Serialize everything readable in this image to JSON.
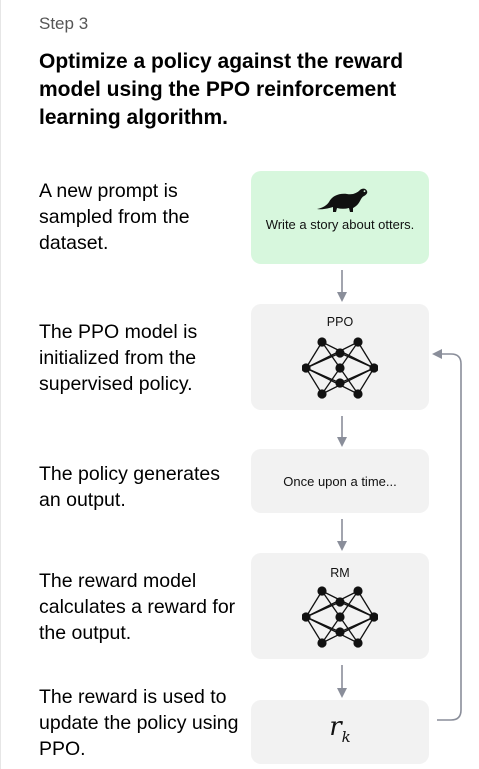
{
  "step_label": "Step 3",
  "heading": "Optimize a policy against the reward model using the PPO reinforcement learning algorithm.",
  "rows": [
    {
      "description": "A new prompt is sampled from the dataset.",
      "box_text": "Write a story about otters."
    },
    {
      "description": "The PPO model is initialized from the supervised policy.",
      "box_label": "PPO"
    },
    {
      "description": "The policy generates an output.",
      "box_text": "Once upon a time..."
    },
    {
      "description": "The reward model calculates a reward for the output.",
      "box_label": "RM"
    },
    {
      "description": "The reward is used to update the policy using PPO.",
      "reward_symbol": "r",
      "reward_subscript": "k"
    }
  ],
  "icons": {
    "prompt_box": "otter-icon",
    "model_box": "neural-network-icon"
  },
  "colors": {
    "prompt_box": "#d7f7dd",
    "model_box": "#f2f2f2",
    "arrow": "#8a8e9a"
  }
}
